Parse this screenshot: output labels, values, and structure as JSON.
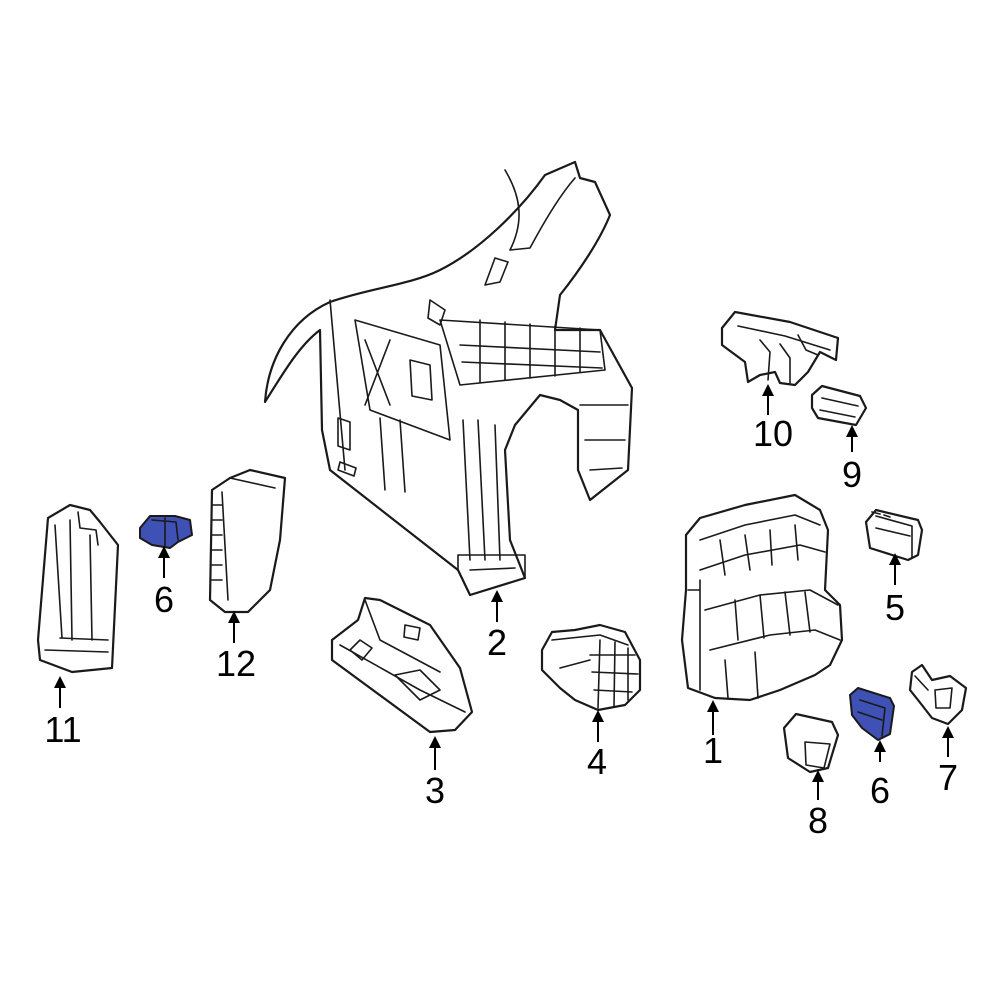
{
  "highlight_color": "#3f51b5",
  "callouts": [
    {
      "id": "1",
      "label": "1"
    },
    {
      "id": "2",
      "label": "2"
    },
    {
      "id": "3",
      "label": "3"
    },
    {
      "id": "4",
      "label": "4"
    },
    {
      "id": "5",
      "label": "5"
    },
    {
      "id": "6a",
      "label": "6"
    },
    {
      "id": "6b",
      "label": "6"
    },
    {
      "id": "7",
      "label": "7"
    },
    {
      "id": "8",
      "label": "8"
    },
    {
      "id": "9",
      "label": "9"
    },
    {
      "id": "10",
      "label": "10"
    },
    {
      "id": "11",
      "label": "11"
    },
    {
      "id": "12",
      "label": "12"
    }
  ]
}
